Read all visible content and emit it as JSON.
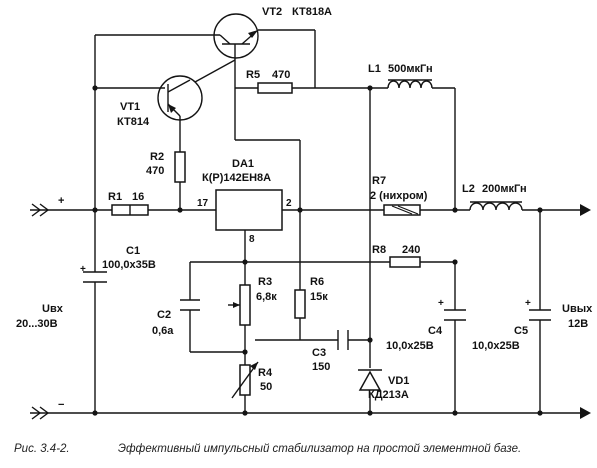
{
  "components": {
    "vt2": {
      "name": "VT2",
      "model": "КТ818А"
    },
    "vt1": {
      "name": "VT1",
      "model": "КТ814"
    },
    "r1": {
      "name": "R1",
      "value": "16"
    },
    "r2": {
      "name": "R2",
      "value": "470"
    },
    "r3": {
      "name": "R3",
      "value": "6,8к"
    },
    "r4": {
      "name": "R4",
      "value": "50"
    },
    "r5": {
      "name": "R5",
      "value": "470"
    },
    "r6": {
      "name": "R6",
      "value": "15к"
    },
    "r7": {
      "name": "R7",
      "value": "2 (нихром)"
    },
    "r8": {
      "name": "R8",
      "value": "240"
    },
    "c1": {
      "name": "C1",
      "value": "100,0х35В"
    },
    "c2": {
      "name": "C2",
      "value": "0,6а"
    },
    "c3": {
      "name": "C3",
      "value": "150"
    },
    "c4": {
      "name": "C4",
      "value": "10,0х25В"
    },
    "c5": {
      "name": "C5",
      "value": "10,0х25В"
    },
    "l1": {
      "name": "L1",
      "value": "500мкГн"
    },
    "l2": {
      "name": "L2",
      "value": "200мкГн"
    },
    "vd1": {
      "name": "VD1",
      "model": "КД213А"
    },
    "da1": {
      "name": "DA1",
      "model": "К(Р)142ЕН8А",
      "pin_in": "17",
      "pin_out": "2",
      "pin_gnd": "8"
    }
  },
  "terminals": {
    "input_plus": "+",
    "input_minus": "−",
    "input_voltage_label": "Uвх",
    "input_voltage_value": "20...30В",
    "output_voltage_label": "Uвых",
    "output_voltage_value": "12В"
  },
  "polarity_marks": {
    "c1": "+",
    "c4": "+",
    "c5": "+"
  },
  "caption": {
    "figure": "Рис. 3.4-2.",
    "text": "Эффективный импульсный стабилизатор на простой элементной базе."
  }
}
